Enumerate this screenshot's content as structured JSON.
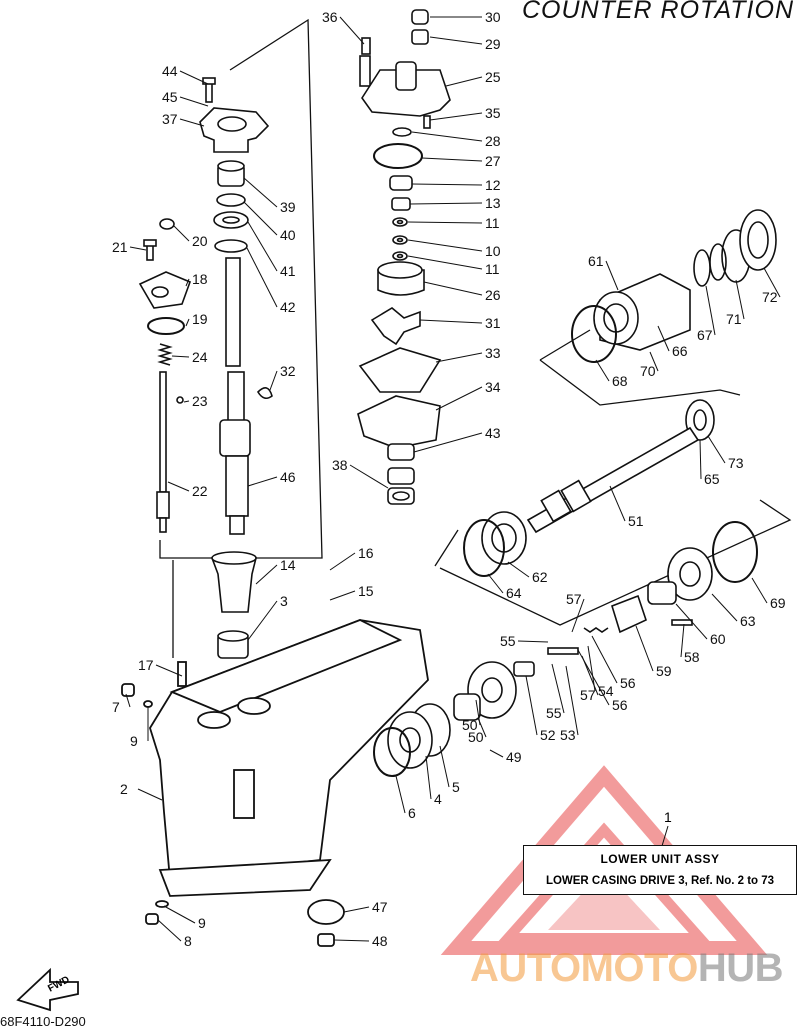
{
  "title": "COUNTER ROTATION",
  "diagram_code": "68F4110-D290",
  "callout": {
    "number": "1",
    "line1": "LOWER  UNIT ASSY",
    "line2": "LOWER CASING DRIVE 3, Ref. No. 2 to 73"
  },
  "fwd_label": "FWD",
  "watermark": {
    "part1": "AUTOMOTO",
    "part2": "HUB",
    "accent_color": "#f39a3c",
    "text_color": "#777777"
  },
  "part_numbers": [
    "30",
    "36",
    "29",
    "44",
    "25",
    "45",
    "37",
    "35",
    "28",
    "27",
    "12",
    "13",
    "11",
    "39",
    "10",
    "40",
    "11",
    "21",
    "20",
    "18",
    "41",
    "26",
    "42",
    "19",
    "31",
    "24",
    "33",
    "32",
    "23",
    "34",
    "22",
    "43",
    "46",
    "38",
    "14",
    "16",
    "3",
    "15",
    "17",
    "7",
    "9",
    "2",
    "9",
    "8",
    "47",
    "48",
    "61",
    "72",
    "67",
    "71",
    "66",
    "70",
    "68",
    "73",
    "65",
    "51",
    "62",
    "64",
    "69",
    "63",
    "57",
    "60",
    "55",
    "58",
    "59",
    "56",
    "54",
    "57",
    "55",
    "50",
    "56",
    "53",
    "52",
    "50",
    "49",
    "6",
    "4",
    "5"
  ],
  "hazard_color": "#e84b4b"
}
